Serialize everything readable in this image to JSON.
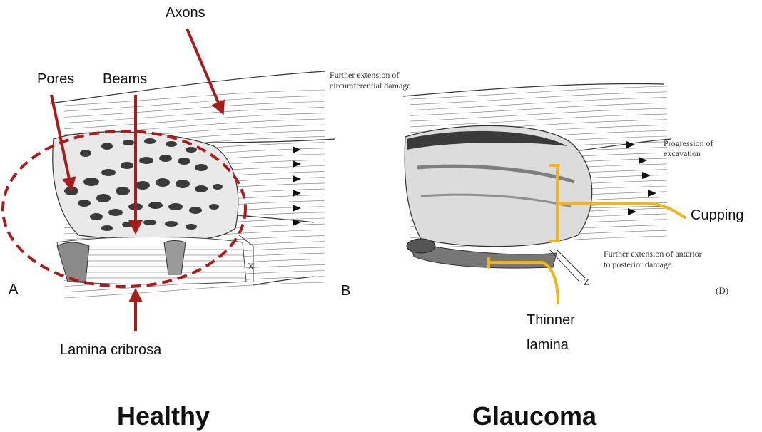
{
  "colors": {
    "arrow": "#a81c1c",
    "bracket": "#f2b418",
    "ink": "#222222",
    "background": "#ffffff"
  },
  "panel_a": {
    "letter": "A",
    "caption": "Healthy",
    "labels": {
      "axons": "Axons",
      "pores": "Pores",
      "beams": "Beams",
      "lamina_cribrosa": "Lamina cribrosa",
      "further_circumferential_1": "Further extension of",
      "further_circumferential_2": "circumferential damage",
      "x_marker": "X"
    }
  },
  "panel_b": {
    "letter": "B",
    "caption": "Glaucoma",
    "panel_tag": "(D)",
    "labels": {
      "progression_1": "Progression of",
      "progression_2": "excavation",
      "cupping": "Cupping",
      "further_anterior_1": "Further extension of anterior",
      "further_anterior_2": "to posterior damage",
      "thinner_1": "Thinner",
      "thinner_2": "lamina",
      "z_marker": "Z"
    }
  }
}
